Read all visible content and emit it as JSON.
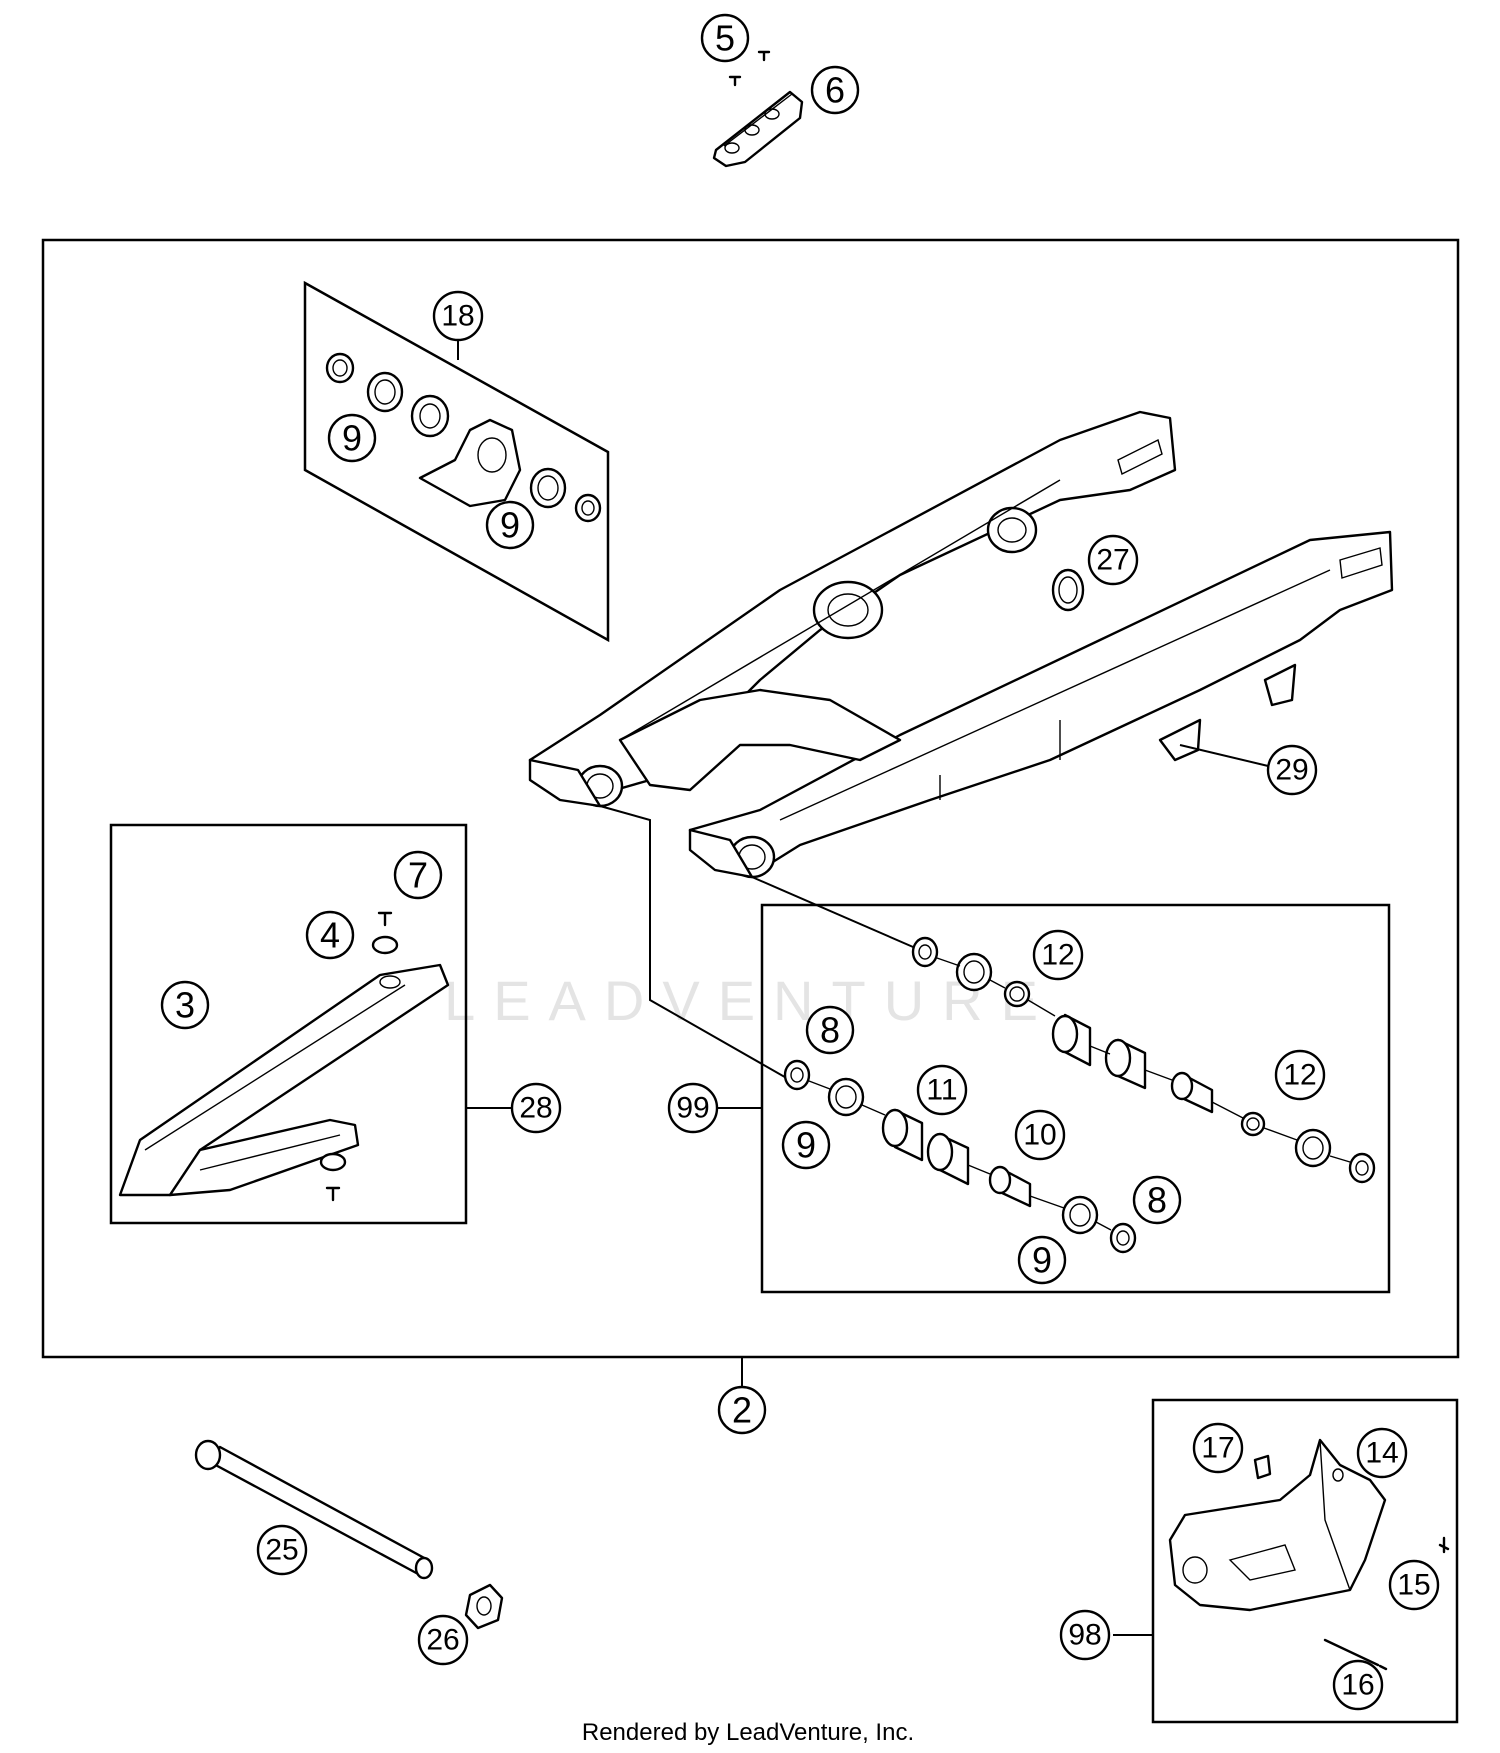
{
  "watermark": "LEADVENTURE",
  "footer": "Rendered by LeadVenture, Inc.",
  "callouts": {
    "c2": "2",
    "c3": "3",
    "c4": "4",
    "c5": "5",
    "c6": "6",
    "c7": "7",
    "c8a": "8",
    "c8b": "8",
    "c9a": "9",
    "c9b": "9",
    "c9c": "9",
    "c9d": "9",
    "c10": "10",
    "c11": "11",
    "c12a": "12",
    "c12b": "12",
    "c14": "14",
    "c15": "15",
    "c16": "16",
    "c17": "17",
    "c18": "18",
    "c25": "25",
    "c26": "26",
    "c27": "27",
    "c28": "28",
    "c29": "29",
    "c98": "98",
    "c99": "99"
  }
}
